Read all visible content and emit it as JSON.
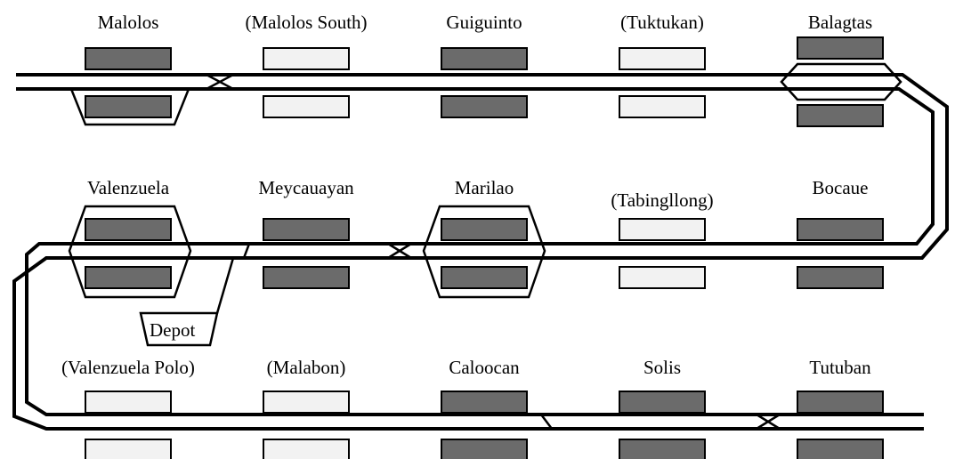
{
  "colors": {
    "active_platform": "#6b6b6b",
    "planned_platform": "#f2f2f2",
    "track": "#000000",
    "background": "#ffffff"
  },
  "stations": [
    {
      "name": "Malolos",
      "status": "active"
    },
    {
      "name": "(Malolos South)",
      "status": "planned"
    },
    {
      "name": "Guiguinto",
      "status": "active"
    },
    {
      "name": "(Tuktukan)",
      "status": "planned"
    },
    {
      "name": "Balagtas",
      "status": "active"
    },
    {
      "name": "Valenzuela",
      "status": "active"
    },
    {
      "name": "Meycauayan",
      "status": "active"
    },
    {
      "name": "Marilao",
      "status": "active"
    },
    {
      "name": "(Tabingllong)",
      "status": "planned"
    },
    {
      "name": "Bocaue",
      "status": "active"
    },
    {
      "name": "(Valenzuela Polo)",
      "status": "planned"
    },
    {
      "name": "(Malabon)",
      "status": "planned"
    },
    {
      "name": "Caloocan",
      "status": "active"
    },
    {
      "name": "Solis",
      "status": "active"
    },
    {
      "name": "Tutuban",
      "status": "active"
    }
  ],
  "depot": {
    "label": "Depot"
  }
}
